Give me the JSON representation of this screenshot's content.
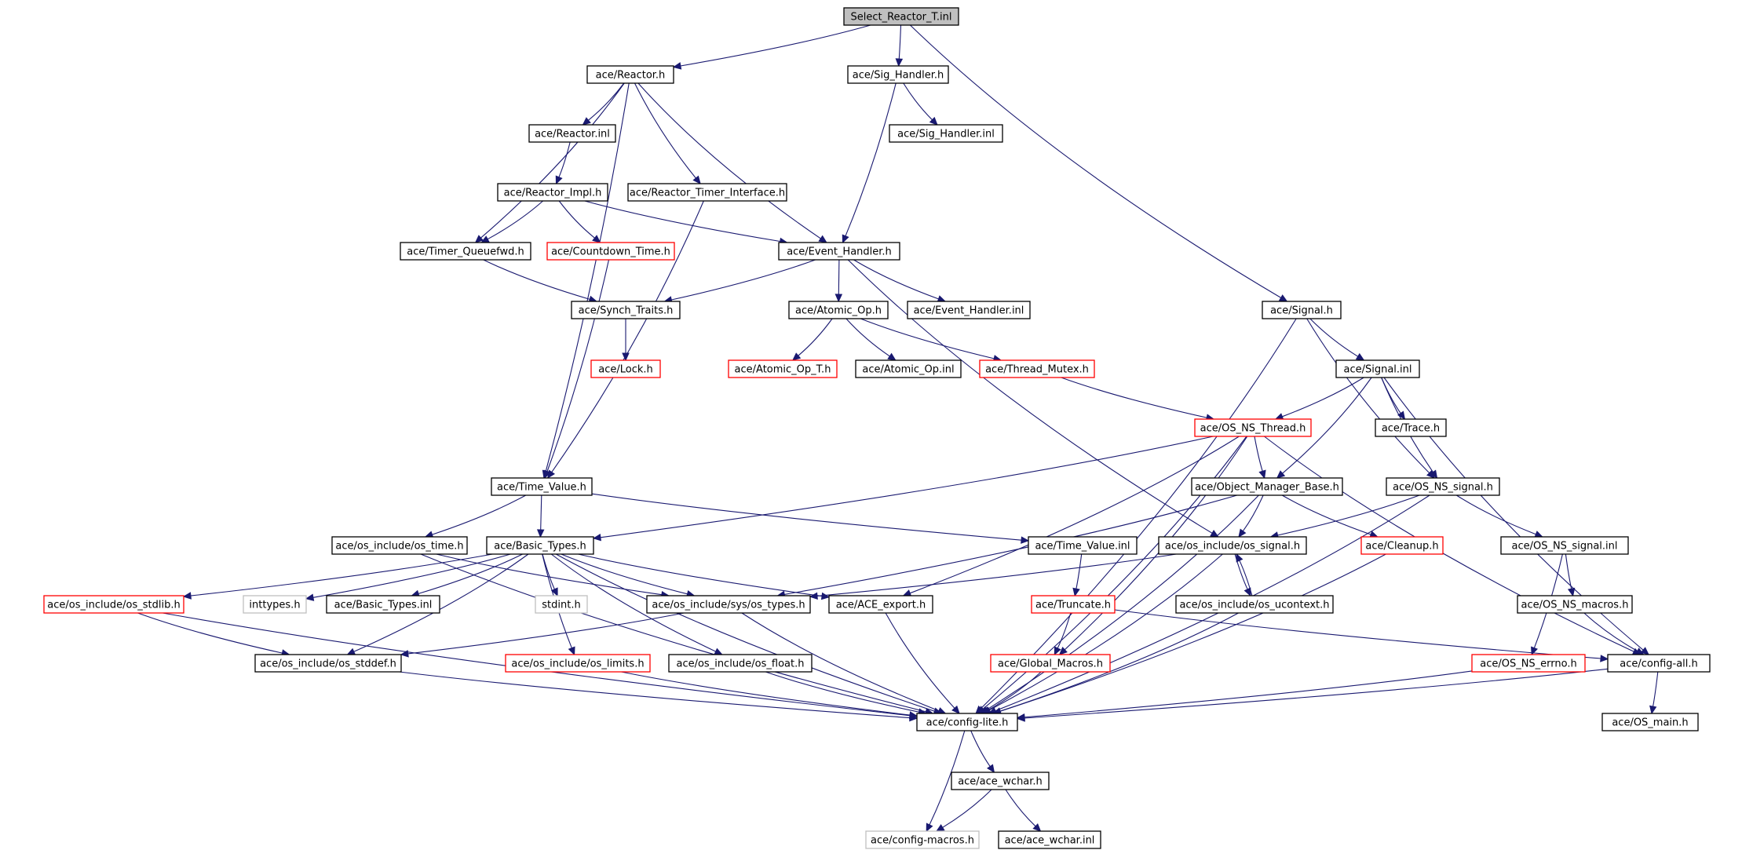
{
  "graph": {
    "root": "n_select_reactor_t",
    "colors": {
      "edge": "#191970",
      "box_documented": "#000000",
      "box_truncated": "#ff0000",
      "box_undocumented": "#bfbfbf",
      "root_fill": "#bfbfbf",
      "node_fill": "#ffffff"
    },
    "nodes": [
      {
        "id": "n_select_reactor_t",
        "label": "Select_Reactor_T.inl",
        "kind": "root"
      },
      {
        "id": "n_reactor_h",
        "label": "ace/Reactor.h",
        "kind": "documented"
      },
      {
        "id": "n_sig_handler_h",
        "label": "ace/Sig_Handler.h",
        "kind": "documented"
      },
      {
        "id": "n_reactor_inl",
        "label": "ace/Reactor.inl",
        "kind": "documented"
      },
      {
        "id": "n_sig_handler_inl",
        "label": "ace/Sig_Handler.inl",
        "kind": "documented"
      },
      {
        "id": "n_reactor_impl_h",
        "label": "ace/Reactor_Impl.h",
        "kind": "documented"
      },
      {
        "id": "n_reactor_timer_interface_h",
        "label": "ace/Reactor_Timer_Interface.h",
        "kind": "documented"
      },
      {
        "id": "n_timer_queuefwd_h",
        "label": "ace/Timer_Queuefwd.h",
        "kind": "documented"
      },
      {
        "id": "n_countdown_time_h",
        "label": "ace/Countdown_Time.h",
        "kind": "truncated"
      },
      {
        "id": "n_event_handler_h",
        "label": "ace/Event_Handler.h",
        "kind": "documented"
      },
      {
        "id": "n_synch_traits_h",
        "label": "ace/Synch_Traits.h",
        "kind": "documented"
      },
      {
        "id": "n_atomic_op_h",
        "label": "ace/Atomic_Op.h",
        "kind": "documented"
      },
      {
        "id": "n_event_handler_inl",
        "label": "ace/Event_Handler.inl",
        "kind": "documented"
      },
      {
        "id": "n_signal_h",
        "label": "ace/Signal.h",
        "kind": "documented"
      },
      {
        "id": "n_lock_h",
        "label": "ace/Lock.h",
        "kind": "truncated"
      },
      {
        "id": "n_atomic_op_t_h",
        "label": "ace/Atomic_Op_T.h",
        "kind": "truncated"
      },
      {
        "id": "n_atomic_op_inl",
        "label": "ace/Atomic_Op.inl",
        "kind": "documented"
      },
      {
        "id": "n_thread_mutex_h",
        "label": "ace/Thread_Mutex.h",
        "kind": "truncated"
      },
      {
        "id": "n_signal_inl",
        "label": "ace/Signal.inl",
        "kind": "documented"
      },
      {
        "id": "n_os_ns_thread_h",
        "label": "ace/OS_NS_Thread.h",
        "kind": "truncated"
      },
      {
        "id": "n_trace_h",
        "label": "ace/Trace.h",
        "kind": "documented"
      },
      {
        "id": "n_time_value_h",
        "label": "ace/Time_Value.h",
        "kind": "documented"
      },
      {
        "id": "n_object_manager_base_h",
        "label": "ace/Object_Manager_Base.h",
        "kind": "documented"
      },
      {
        "id": "n_os_ns_signal_h",
        "label": "ace/OS_NS_signal.h",
        "kind": "documented"
      },
      {
        "id": "n_os_time_h",
        "label": "ace/os_include/os_time.h",
        "kind": "documented"
      },
      {
        "id": "n_basic_types_h",
        "label": "ace/Basic_Types.h",
        "kind": "documented"
      },
      {
        "id": "n_time_value_inl",
        "label": "ace/Time_Value.inl",
        "kind": "documented"
      },
      {
        "id": "n_os_signal_h",
        "label": "ace/os_include/os_signal.h",
        "kind": "documented"
      },
      {
        "id": "n_cleanup_h",
        "label": "ace/Cleanup.h",
        "kind": "truncated"
      },
      {
        "id": "n_os_ns_signal_inl",
        "label": "ace/OS_NS_signal.inl",
        "kind": "documented"
      },
      {
        "id": "n_os_stdlib_h",
        "label": "ace/os_include/os_stdlib.h",
        "kind": "truncated"
      },
      {
        "id": "n_inttypes_h",
        "label": "inttypes.h",
        "kind": "undocumented"
      },
      {
        "id": "n_basic_types_inl",
        "label": "ace/Basic_Types.inl",
        "kind": "documented"
      },
      {
        "id": "n_stdint_h",
        "label": "stdint.h",
        "kind": "undocumented"
      },
      {
        "id": "n_os_types_h",
        "label": "ace/os_include/sys/os_types.h",
        "kind": "documented"
      },
      {
        "id": "n_ace_export_h",
        "label": "ace/ACE_export.h",
        "kind": "documented"
      },
      {
        "id": "n_truncate_h",
        "label": "ace/Truncate.h",
        "kind": "truncated"
      },
      {
        "id": "n_os_ucontext_h",
        "label": "ace/os_include/os_ucontext.h",
        "kind": "documented"
      },
      {
        "id": "n_os_ns_macros_h",
        "label": "ace/OS_NS_macros.h",
        "kind": "documented"
      },
      {
        "id": "n_os_stddef_h",
        "label": "ace/os_include/os_stddef.h",
        "kind": "documented"
      },
      {
        "id": "n_os_limits_h",
        "label": "ace/os_include/os_limits.h",
        "kind": "truncated"
      },
      {
        "id": "n_os_float_h",
        "label": "ace/os_include/os_float.h",
        "kind": "documented"
      },
      {
        "id": "n_global_macros_h",
        "label": "ace/Global_Macros.h",
        "kind": "truncated"
      },
      {
        "id": "n_os_ns_errno_h",
        "label": "ace/OS_NS_errno.h",
        "kind": "truncated"
      },
      {
        "id": "n_config_all_h",
        "label": "ace/config-all.h",
        "kind": "documented"
      },
      {
        "id": "n_config_lite_h",
        "label": "ace/config-lite.h",
        "kind": "documented"
      },
      {
        "id": "n_os_main_h",
        "label": "ace/OS_main.h",
        "kind": "documented"
      },
      {
        "id": "n_ace_wchar_h",
        "label": "ace/ace_wchar.h",
        "kind": "documented"
      },
      {
        "id": "n_config_macros_h",
        "label": "ace/config-macros.h",
        "kind": "undocumented"
      },
      {
        "id": "n_ace_wchar_inl",
        "label": "ace/ace_wchar.inl",
        "kind": "documented"
      }
    ],
    "edges": [
      [
        "n_select_reactor_t",
        "n_reactor_h"
      ],
      [
        "n_select_reactor_t",
        "n_sig_handler_h"
      ],
      [
        "n_select_reactor_t",
        "n_signal_h"
      ],
      [
        "n_reactor_h",
        "n_reactor_inl"
      ],
      [
        "n_reactor_h",
        "n_reactor_timer_interface_h"
      ],
      [
        "n_reactor_h",
        "n_timer_queuefwd_h"
      ],
      [
        "n_reactor_h",
        "n_event_handler_h"
      ],
      [
        "n_reactor_h",
        "n_time_value_h"
      ],
      [
        "n_sig_handler_h",
        "n_sig_handler_inl"
      ],
      [
        "n_sig_handler_h",
        "n_event_handler_h"
      ],
      [
        "n_reactor_inl",
        "n_reactor_impl_h"
      ],
      [
        "n_reactor_impl_h",
        "n_timer_queuefwd_h"
      ],
      [
        "n_reactor_impl_h",
        "n_countdown_time_h"
      ],
      [
        "n_reactor_impl_h",
        "n_event_handler_h"
      ],
      [
        "n_reactor_timer_interface_h",
        "n_time_value_h"
      ],
      [
        "n_timer_queuefwd_h",
        "n_synch_traits_h"
      ],
      [
        "n_countdown_time_h",
        "n_time_value_h"
      ],
      [
        "n_event_handler_h",
        "n_synch_traits_h"
      ],
      [
        "n_event_handler_h",
        "n_atomic_op_h"
      ],
      [
        "n_event_handler_h",
        "n_event_handler_inl"
      ],
      [
        "n_event_handler_h",
        "n_os_signal_h"
      ],
      [
        "n_synch_traits_h",
        "n_lock_h"
      ],
      [
        "n_atomic_op_h",
        "n_atomic_op_t_h"
      ],
      [
        "n_atomic_op_h",
        "n_atomic_op_inl"
      ],
      [
        "n_atomic_op_h",
        "n_thread_mutex_h"
      ],
      [
        "n_thread_mutex_h",
        "n_os_ns_thread_h"
      ],
      [
        "n_signal_h",
        "n_signal_inl"
      ],
      [
        "n_signal_h",
        "n_os_ns_signal_h"
      ],
      [
        "n_signal_h",
        "n_config_lite_h"
      ],
      [
        "n_signal_inl",
        "n_os_ns_thread_h"
      ],
      [
        "n_signal_inl",
        "n_trace_h"
      ],
      [
        "n_signal_inl",
        "n_object_manager_base_h"
      ],
      [
        "n_signal_inl",
        "n_os_ns_signal_h"
      ],
      [
        "n_signal_inl",
        "n_config_all_h"
      ],
      [
        "n_os_ns_thread_h",
        "n_object_manager_base_h"
      ],
      [
        "n_os_ns_thread_h",
        "n_basic_types_h"
      ],
      [
        "n_os_ns_thread_h",
        "n_ace_export_h"
      ],
      [
        "n_os_ns_thread_h",
        "n_global_macros_h"
      ],
      [
        "n_os_ns_thread_h",
        "n_config_lite_h"
      ],
      [
        "n_os_ns_thread_h",
        "n_config_all_h"
      ],
      [
        "n_time_value_h",
        "n_os_time_h"
      ],
      [
        "n_time_value_h",
        "n_basic_types_h"
      ],
      [
        "n_time_value_h",
        "n_time_value_inl"
      ],
      [
        "n_object_manager_base_h",
        "n_os_signal_h"
      ],
      [
        "n_object_manager_base_h",
        "n_cleanup_h"
      ],
      [
        "n_object_manager_base_h",
        "n_os_types_h"
      ],
      [
        "n_object_manager_base_h",
        "n_config_lite_h"
      ],
      [
        "n_os_ns_signal_h",
        "n_os_signal_h"
      ],
      [
        "n_os_ns_signal_h",
        "n_os_ns_signal_inl"
      ],
      [
        "n_os_ns_signal_h",
        "n_config_lite_h"
      ],
      [
        "n_os_time_h",
        "n_os_types_h"
      ],
      [
        "n_os_time_h",
        "n_config_lite_h"
      ],
      [
        "n_basic_types_h",
        "n_os_stdlib_h"
      ],
      [
        "n_basic_types_h",
        "n_inttypes_h"
      ],
      [
        "n_basic_types_h",
        "n_basic_types_inl"
      ],
      [
        "n_basic_types_h",
        "n_stdint_h"
      ],
      [
        "n_basic_types_h",
        "n_os_types_h"
      ],
      [
        "n_basic_types_h",
        "n_ace_export_h"
      ],
      [
        "n_basic_types_h",
        "n_os_stddef_h"
      ],
      [
        "n_basic_types_h",
        "n_os_limits_h"
      ],
      [
        "n_basic_types_h",
        "n_os_float_h"
      ],
      [
        "n_basic_types_h",
        "n_config_lite_h"
      ],
      [
        "n_time_value_inl",
        "n_truncate_h"
      ],
      [
        "n_os_signal_h",
        "n_os_types_h"
      ],
      [
        "n_os_signal_h",
        "n_os_ucontext_h"
      ],
      [
        "n_os_signal_h",
        "n_config_lite_h"
      ],
      [
        "n_os_ucontext_h",
        "n_os_signal_h"
      ],
      [
        "n_os_ucontext_h",
        "n_config_lite_h"
      ],
      [
        "n_cleanup_h",
        "n_config_lite_h"
      ],
      [
        "n_os_ns_signal_inl",
        "n_os_ns_macros_h"
      ],
      [
        "n_os_ns_signal_inl",
        "n_os_ns_errno_h"
      ],
      [
        "n_os_stdlib_h",
        "n_os_stddef_h"
      ],
      [
        "n_os_stdlib_h",
        "n_config_lite_h"
      ],
      [
        "n_os_types_h",
        "n_os_stddef_h"
      ],
      [
        "n_os_types_h",
        "n_config_lite_h"
      ],
      [
        "n_ace_export_h",
        "n_config_lite_h"
      ],
      [
        "n_truncate_h",
        "n_global_macros_h"
      ],
      [
        "n_truncate_h",
        "n_config_all_h"
      ],
      [
        "n_os_ns_macros_h",
        "n_config_all_h"
      ],
      [
        "n_os_stddef_h",
        "n_config_lite_h"
      ],
      [
        "n_os_limits_h",
        "n_config_lite_h"
      ],
      [
        "n_os_float_h",
        "n_config_lite_h"
      ],
      [
        "n_global_macros_h",
        "n_config_lite_h"
      ],
      [
        "n_os_ns_errno_h",
        "n_config_lite_h"
      ],
      [
        "n_config_all_h",
        "n_config_lite_h"
      ],
      [
        "n_config_all_h",
        "n_os_main_h"
      ],
      [
        "n_config_lite_h",
        "n_ace_wchar_h"
      ],
      [
        "n_config_lite_h",
        "n_config_macros_h"
      ],
      [
        "n_ace_wchar_h",
        "n_config_macros_h"
      ],
      [
        "n_ace_wchar_h",
        "n_ace_wchar_inl"
      ]
    ]
  }
}
